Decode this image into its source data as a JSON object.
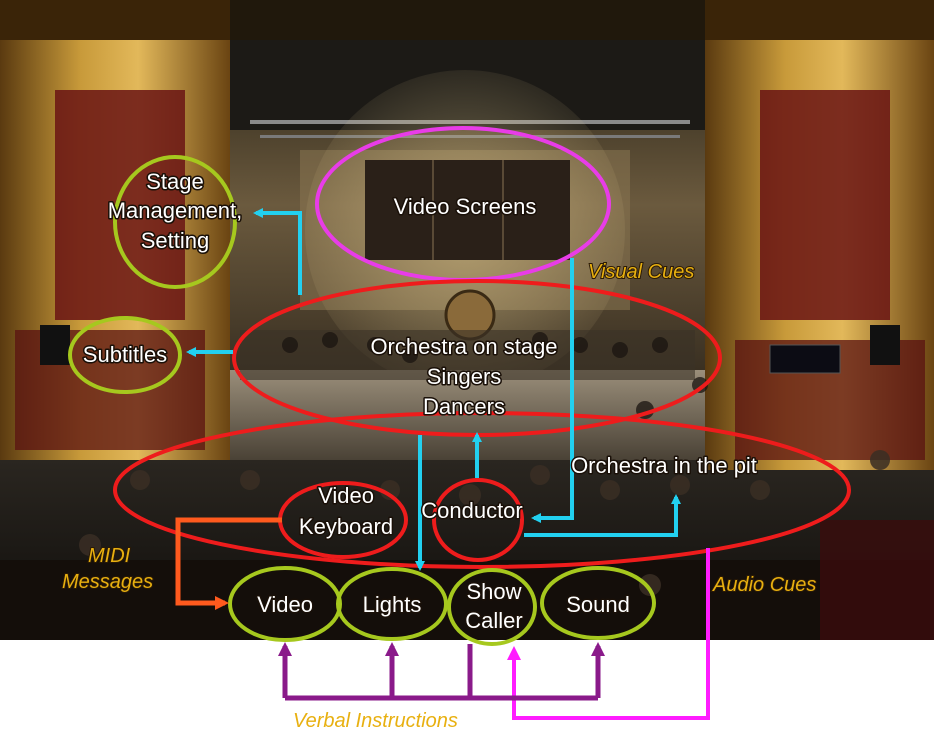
{
  "nodes": {
    "stage_management": [
      "Stage",
      "Management,",
      "Setting"
    ],
    "video_screens": "Video Screens",
    "subtitles": "Subtitles",
    "orchestra_stage": [
      "Orchestra on stage",
      "Singers",
      "Dancers"
    ],
    "orchestra_pit": "Orchestra in the pit",
    "video_keyboard": [
      "Video",
      "Keyboard"
    ],
    "conductor": "Conductor",
    "video": "Video",
    "lights": "Lights",
    "show_caller": [
      "Show",
      "Caller"
    ],
    "sound": "Sound"
  },
  "cues": {
    "visual": "Visual Cues",
    "midi": [
      "MIDI",
      "Messages"
    ],
    "audio": "Audio Cues",
    "verbal": "Verbal Instructions"
  },
  "colors": {
    "ellipse_green": "#a6c81e",
    "ellipse_magenta": "#e83ce8",
    "ellipse_red": "#ee1c1c",
    "arrow_cyan": "#22d0f0",
    "arrow_orange": "#ff5a1e",
    "arrow_purple": "#8a1a8a",
    "arrow_magenta": "#ff1cff",
    "cue_text": "#e8b010"
  }
}
